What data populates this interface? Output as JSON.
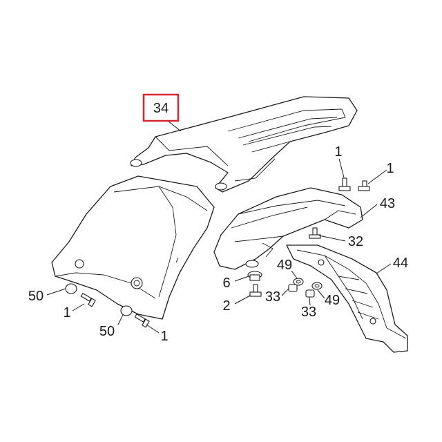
{
  "callouts": [
    {
      "id": "c34",
      "text": "34",
      "highlighted": true
    },
    {
      "id": "c1a",
      "text": "1"
    },
    {
      "id": "c1b",
      "text": "1"
    },
    {
      "id": "c43",
      "text": "43"
    },
    {
      "id": "c32",
      "text": "32"
    },
    {
      "id": "c44",
      "text": "44"
    },
    {
      "id": "c49a",
      "text": "49"
    },
    {
      "id": "c6",
      "text": "6"
    },
    {
      "id": "c2",
      "text": "2"
    },
    {
      "id": "c33a",
      "text": "33"
    },
    {
      "id": "c49b",
      "text": "49"
    },
    {
      "id": "c33b",
      "text": "33"
    },
    {
      "id": "c50a",
      "text": "50"
    },
    {
      "id": "c1c",
      "text": "1"
    },
    {
      "id": "c50b",
      "text": "50"
    },
    {
      "id": "c1d",
      "text": "1"
    }
  ],
  "colors": {
    "highlight_box": "#d9262c",
    "line": "#1a1a1a",
    "background": "#ffffff"
  }
}
